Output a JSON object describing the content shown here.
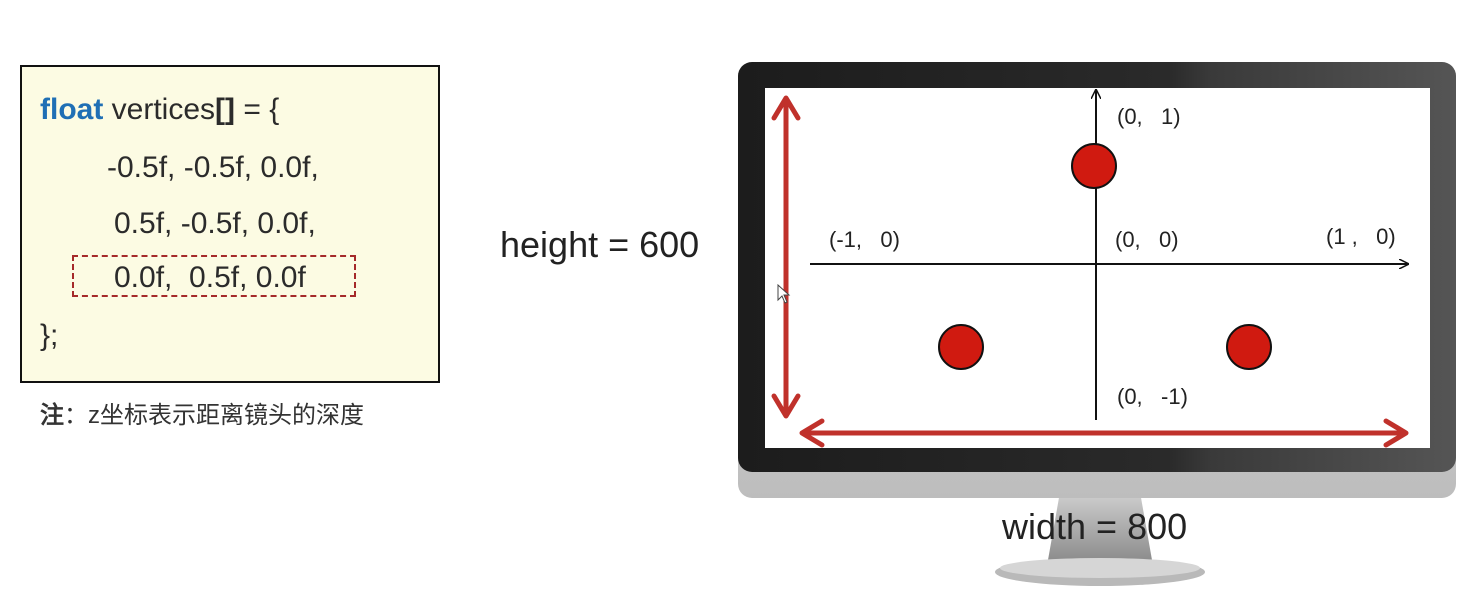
{
  "code": {
    "keyword": "float",
    "decl_name": " vertices",
    "brackets": "[]",
    "decl_end": " = {",
    "rows": [
      "-0.5f, -0.5f, 0.0f,",
      "0.5f, -0.5f, 0.0f,",
      "0.0f,  0.5f, 0.0f"
    ],
    "close": "};"
  },
  "note": {
    "prefix": "注",
    "text": "：z坐标表示距离镜头的深度"
  },
  "labels": {
    "height": "height = 600",
    "width": "width = 800"
  },
  "coords": {
    "top": "(0,   1)",
    "left": "(-1,   0)",
    "origin": "(0,   0)",
    "right": "(1 ,   0)",
    "bottom": "(0,   -1)"
  },
  "colors": {
    "accent_red": "#d01a10",
    "arrow_red": "#c0312b",
    "keyword_blue": "#1f6fb5",
    "code_bg": "#fcfbe3"
  }
}
